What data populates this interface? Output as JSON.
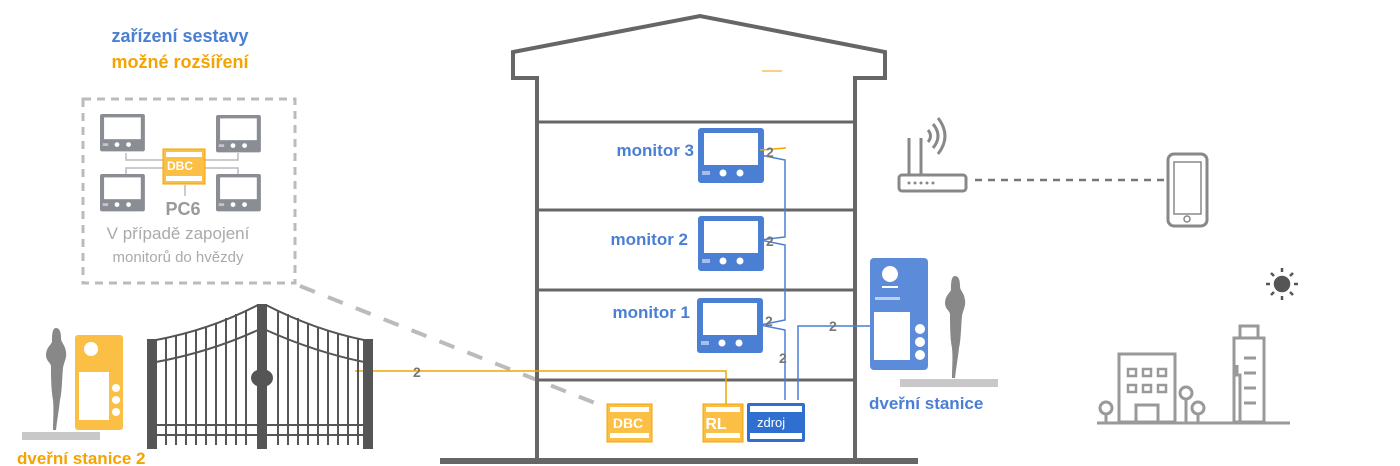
{
  "legend": {
    "included": "zařízení sestavy",
    "optional": "možné rozšíření"
  },
  "star_box": {
    "dbc": "DBC",
    "pc6": "PC6",
    "note_line1": "V případě zapojení",
    "note_line2": "monitorů do hvězdy"
  },
  "monitors": [
    {
      "label": "monitor 3"
    },
    {
      "label": "monitor 2"
    },
    {
      "label": "monitor 1"
    }
  ],
  "wire_counts": [
    "2",
    "2",
    "2",
    "2",
    "2",
    "2"
  ],
  "modules": {
    "dbc": "DBC",
    "rl": "RL",
    "power": "zdroj"
  },
  "door_station_main": "dveřní stanice",
  "door_station_2": "dveřní stanice 2",
  "colors": {
    "included": "#4a7fd4",
    "optional": "#f5a300",
    "gray": "#8a8d94",
    "power": "#2f6fd0"
  },
  "icons": [
    "router-icon",
    "smartphone-icon",
    "sun-icon",
    "city-buildings-icon",
    "gate-icon",
    "person-silhouette-icon"
  ]
}
